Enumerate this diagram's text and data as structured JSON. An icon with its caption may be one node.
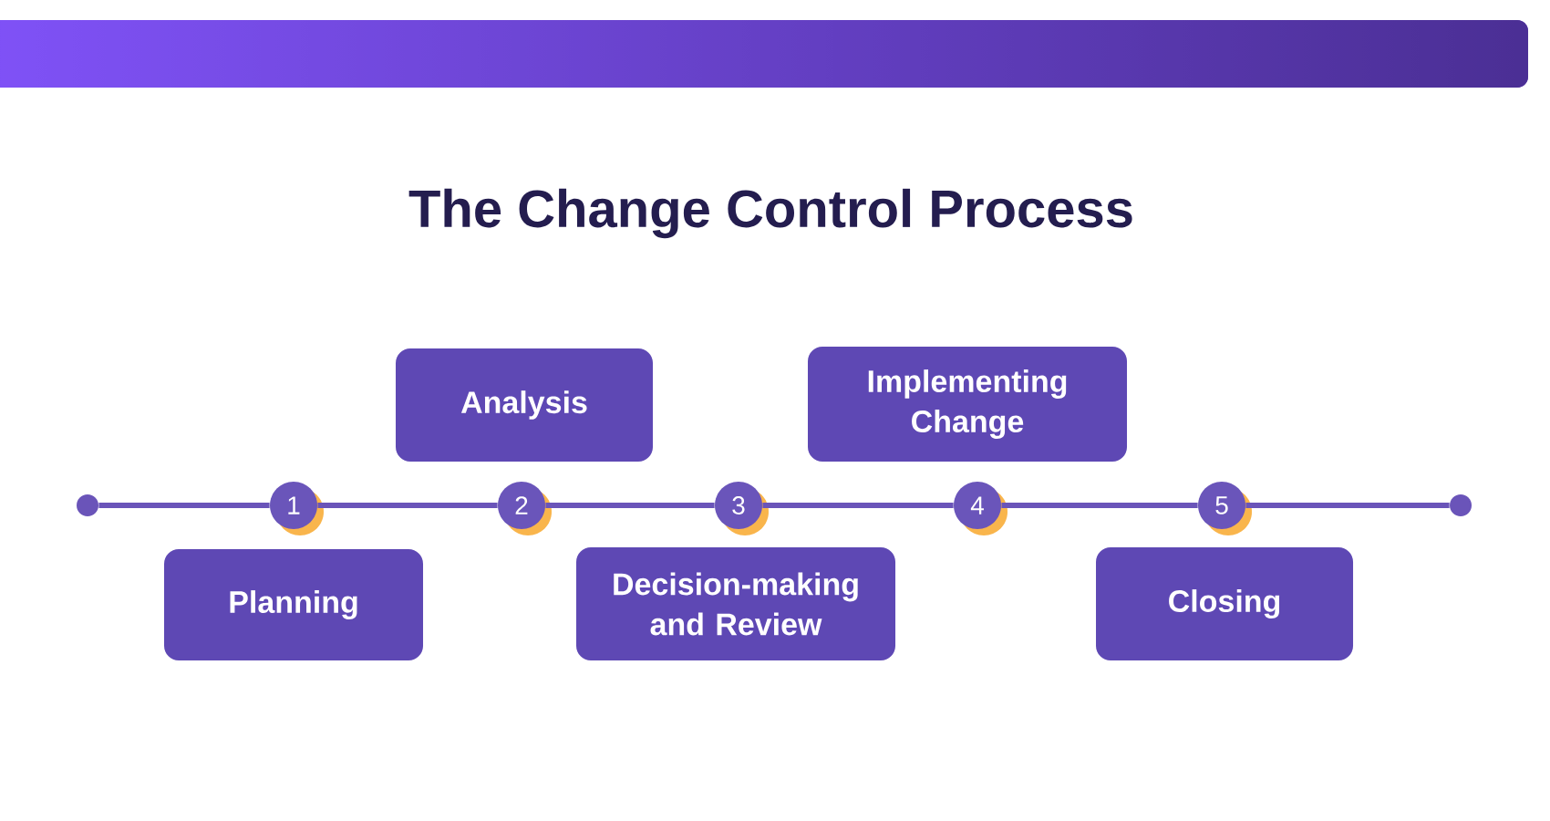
{
  "diagram": {
    "title": "The Change Control Process",
    "nodes": [
      {
        "text": [],
        "shape": "circle"
      },
      {
        "text": [
          "1"
        ]
      },
      {
        "text": [
          "2"
        ]
      },
      {
        "text": [
          "3"
        ]
      },
      {
        "text": [
          "4"
        ]
      },
      {
        "text": [
          "5"
        ]
      },
      {
        "text": [],
        "shape": "circle"
      },
      {
        "text": [
          "Planning"
        ]
      },
      {
        "text": [
          "Analysis"
        ]
      },
      {
        "text": [
          "Decision-making and Review"
        ]
      },
      {
        "text": [
          "Implementing Change"
        ]
      },
      {
        "text": [
          "Closing"
        ]
      }
    ],
    "edges": [
      {
        "from": 0,
        "to": 1,
        "arrow": "none"
      },
      {
        "from": 1,
        "to": 2,
        "arrow": "none"
      },
      {
        "from": 2,
        "to": 3,
        "arrow": "none"
      },
      {
        "from": 3,
        "to": 4,
        "arrow": "none"
      },
      {
        "from": 4,
        "to": 5,
        "arrow": "none"
      },
      {
        "from": 5,
        "to": 6,
        "arrow": "none"
      }
    ]
  }
}
